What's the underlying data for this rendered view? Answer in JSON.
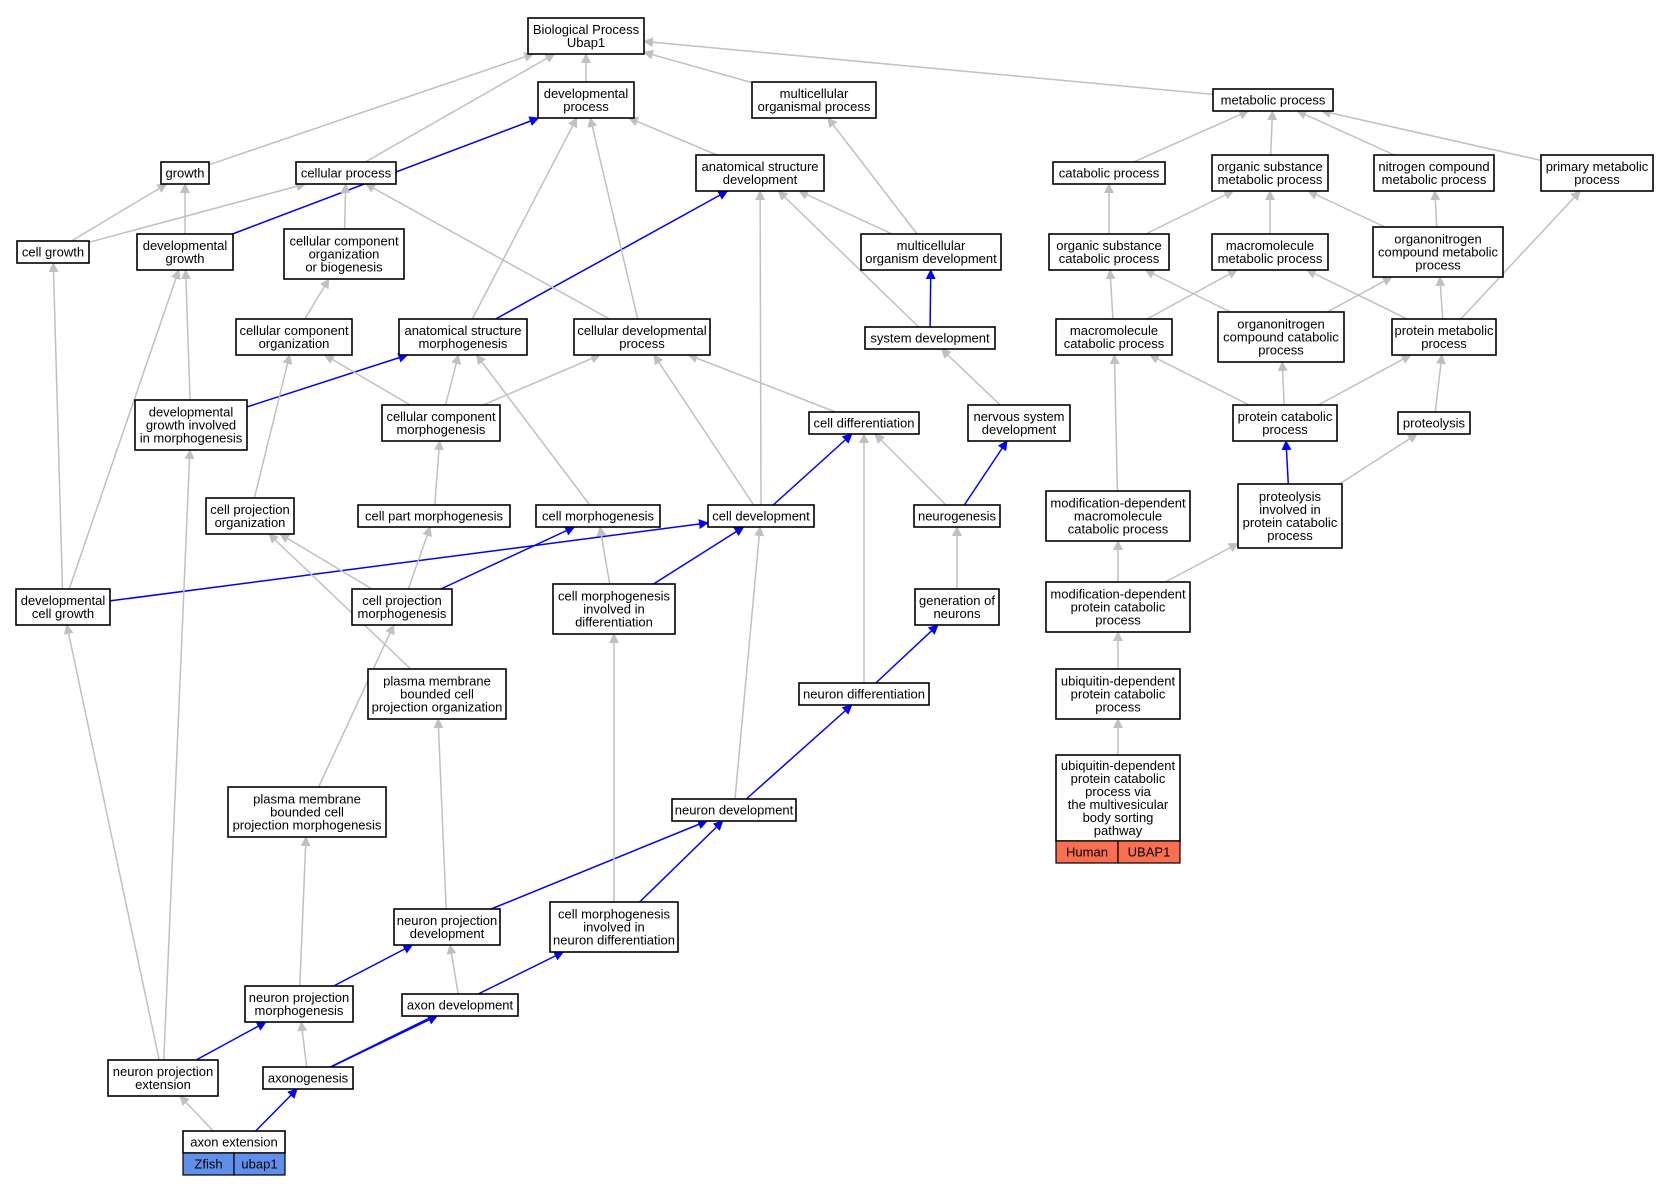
{
  "colors": {
    "normal_edge": "#c0c0c0",
    "highlight_edge": "#0000ff",
    "human_tag": "#fa6e52",
    "zfish_tag": "#5f8fe8"
  },
  "nodes": {
    "bp": [
      "Biological Process",
      "Ubap1"
    ],
    "dev_process": [
      "developmental",
      "process"
    ],
    "multicell_process": [
      "multicellular",
      "organismal process"
    ],
    "metabolic": [
      "metabolic process"
    ],
    "growth": [
      "growth"
    ],
    "cellular_process": [
      "cellular process"
    ],
    "anat_dev": [
      "anatomical structure",
      "development"
    ],
    "catabolic": [
      "catabolic process"
    ],
    "org_sub_met": [
      "organic substance",
      "metabolic process"
    ],
    "nitrogen_met": [
      "nitrogen compound",
      "metabolic process"
    ],
    "primary_met": [
      "primary metabolic",
      "process"
    ],
    "cell_growth": [
      "cell growth"
    ],
    "dev_growth": [
      "developmental",
      "growth"
    ],
    "cc_org_bio": [
      "cellular component",
      "organization",
      "or biogenesis"
    ],
    "multicell_dev": [
      "multicellular",
      "organism development"
    ],
    "org_sub_cat": [
      "organic substance",
      "catabolic process"
    ],
    "macromol_met": [
      "macromolecule",
      "metabolic process"
    ],
    "orgnitro_met": [
      "organonitrogen",
      "compound metabolic",
      "process"
    ],
    "cc_org": [
      "cellular component",
      "organization"
    ],
    "anat_morph": [
      "anatomical structure",
      "morphogenesis"
    ],
    "cell_dev_proc": [
      "cellular developmental",
      "process"
    ],
    "system_dev": [
      "system development"
    ],
    "macromol_cat": [
      "macromolecule",
      "catabolic process"
    ],
    "orgnitro_cat": [
      "organonitrogen",
      "compound catabolic",
      "process"
    ],
    "protein_met": [
      "protein metabolic",
      "process"
    ],
    "dev_growth_morph": [
      "developmental",
      "growth involved",
      "in morphogenesis"
    ],
    "cc_morph": [
      "cellular component",
      "morphogenesis"
    ],
    "cell_diff": [
      "cell differentiation"
    ],
    "nervous_dev": [
      "nervous system",
      "development"
    ],
    "protein_cat": [
      "protein catabolic",
      "process"
    ],
    "proteolysis": [
      "proteolysis"
    ],
    "cell_proj_org": [
      "cell projection",
      "organization"
    ],
    "cell_part_morph": [
      "cell part morphogenesis"
    ],
    "cell_morph": [
      "cell morphogenesis"
    ],
    "cell_dev": [
      "cell development"
    ],
    "neurogenesis": [
      "neurogenesis"
    ],
    "mod_dep_macro_cat": [
      "modification-dependent",
      "macromolecule",
      "catabolic process"
    ],
    "proteolysis_cat": [
      "proteolysis",
      "involved in",
      "protein catabolic",
      "process"
    ],
    "dev_cell_growth": [
      "developmental",
      "cell growth"
    ],
    "cell_proj_morph": [
      "cell projection",
      "morphogenesis"
    ],
    "cell_morph_diff": [
      "cell morphogenesis",
      "involved in",
      "differentiation"
    ],
    "gen_neurons": [
      "generation of",
      "neurons"
    ],
    "mod_dep_prot_cat": [
      "modification-dependent",
      "protein catabolic",
      "process"
    ],
    "pm_cell_proj_org": [
      "plasma membrane",
      "bounded cell",
      "projection organization"
    ],
    "neuron_diff": [
      "neuron differentiation"
    ],
    "ubiq_prot_cat": [
      "ubiquitin-dependent",
      "protein catabolic",
      "process"
    ],
    "pm_cell_proj_morph": [
      "plasma membrane",
      "bounded cell",
      "projection morphogenesis"
    ],
    "neuron_dev": [
      "neuron development"
    ],
    "ubiq_mvb": [
      "ubiquitin-dependent",
      "protein catabolic",
      "process via",
      "the multivesicular",
      "body sorting",
      "pathway"
    ],
    "neuron_proj_dev": [
      "neuron projection",
      "development"
    ],
    "cell_morph_neuron_diff": [
      "cell morphogenesis",
      "involved in",
      "neuron differentiation"
    ],
    "neuron_proj_morph": [
      "neuron projection",
      "morphogenesis"
    ],
    "axon_dev": [
      "axon development"
    ],
    "neuron_proj_ext": [
      "neuron projection",
      "extension"
    ],
    "axonogenesis": [
      "axonogenesis"
    ],
    "axon_ext": [
      "axon extension"
    ]
  },
  "tags": {
    "ubiq_mvb": [
      "Human",
      "UBAP1"
    ],
    "axon_ext": [
      "Zfish",
      "ubap1"
    ]
  },
  "edges": [
    [
      "dev_process",
      "bp",
      "n"
    ],
    [
      "multicell_process",
      "bp",
      "n"
    ],
    [
      "metabolic",
      "bp",
      "n"
    ],
    [
      "growth",
      "bp",
      "n"
    ],
    [
      "cellular_process",
      "bp",
      "n"
    ],
    [
      "anat_dev",
      "dev_process",
      "n"
    ],
    [
      "multicell_dev",
      "multicell_process",
      "n"
    ],
    [
      "multicell_dev",
      "anat_dev",
      "n"
    ],
    [
      "system_dev",
      "multicell_dev",
      "h"
    ],
    [
      "system_dev",
      "anat_dev",
      "n"
    ],
    [
      "nervous_dev",
      "system_dev",
      "n"
    ],
    [
      "cell_growth",
      "growth",
      "n"
    ],
    [
      "cell_growth",
      "cellular_process",
      "n"
    ],
    [
      "dev_growth",
      "growth",
      "n"
    ],
    [
      "dev_growth",
      "dev_process",
      "h"
    ],
    [
      "cc_org_bio",
      "cellular_process",
      "n"
    ],
    [
      "cc_org",
      "cc_org_bio",
      "n"
    ],
    [
      "anat_morph",
      "anat_dev",
      "h"
    ],
    [
      "anat_morph",
      "dev_process",
      "n"
    ],
    [
      "cell_dev_proc",
      "dev_process",
      "n"
    ],
    [
      "cell_dev_proc",
      "cellular_process",
      "n"
    ],
    [
      "dev_growth_morph",
      "dev_growth",
      "n"
    ],
    [
      "dev_growth_morph",
      "anat_morph",
      "h"
    ],
    [
      "cc_morph",
      "cc_org",
      "n"
    ],
    [
      "cc_morph",
      "anat_morph",
      "n"
    ],
    [
      "cc_morph",
      "cell_dev_proc",
      "n"
    ],
    [
      "cell_diff",
      "cell_dev_proc",
      "n"
    ],
    [
      "neurogenesis",
      "cell_diff",
      "n"
    ],
    [
      "neurogenesis",
      "nervous_dev",
      "h"
    ],
    [
      "cell_proj_org",
      "cc_org",
      "n"
    ],
    [
      "cell_part_morph",
      "cc_morph",
      "n"
    ],
    [
      "cell_morph",
      "anat_morph",
      "n"
    ],
    [
      "cell_dev",
      "cell_diff",
      "h"
    ],
    [
      "cell_dev",
      "anat_dev",
      "n"
    ],
    [
      "cell_dev",
      "cell_dev_proc",
      "n"
    ],
    [
      "dev_cell_growth",
      "cell_growth",
      "n"
    ],
    [
      "dev_cell_growth",
      "dev_growth",
      "n"
    ],
    [
      "dev_cell_growth",
      "cell_dev",
      "h"
    ],
    [
      "cell_proj_morph",
      "cell_part_morph",
      "n"
    ],
    [
      "cell_proj_morph",
      "cell_proj_org",
      "n"
    ],
    [
      "cell_proj_morph",
      "cell_morph",
      "h"
    ],
    [
      "cell_morph_diff",
      "cell_morph",
      "n"
    ],
    [
      "cell_morph_diff",
      "cell_dev",
      "h"
    ],
    [
      "gen_neurons",
      "neurogenesis",
      "n"
    ],
    [
      "pm_cell_proj_org",
      "cell_proj_org",
      "n"
    ],
    [
      "neuron_diff",
      "gen_neurons",
      "h"
    ],
    [
      "neuron_diff",
      "cell_diff",
      "n"
    ],
    [
      "pm_cell_proj_morph",
      "cell_proj_morph",
      "n"
    ],
    [
      "neuron_dev",
      "neuron_diff",
      "h"
    ],
    [
      "neuron_dev",
      "cell_dev",
      "n"
    ],
    [
      "neuron_proj_dev",
      "pm_cell_proj_org",
      "n"
    ],
    [
      "neuron_proj_dev",
      "neuron_dev",
      "h"
    ],
    [
      "cell_morph_neuron_diff",
      "cell_morph_diff",
      "n"
    ],
    [
      "cell_morph_neuron_diff",
      "neuron_dev",
      "h"
    ],
    [
      "neuron_proj_morph",
      "pm_cell_proj_morph",
      "n"
    ],
    [
      "neuron_proj_morph",
      "neuron_proj_dev",
      "h"
    ],
    [
      "axon_dev",
      "neuron_proj_dev",
      "n"
    ],
    [
      "neuron_proj_ext",
      "dev_cell_growth",
      "n"
    ],
    [
      "neuron_proj_ext",
      "dev_growth_morph",
      "n"
    ],
    [
      "neuron_proj_ext",
      "neuron_proj_morph",
      "h"
    ],
    [
      "axonogenesis",
      "neuron_proj_morph",
      "n"
    ],
    [
      "axonogenesis",
      "axon_dev",
      "h"
    ],
    [
      "axonogenesis",
      "cell_morph_neuron_diff",
      "h"
    ],
    [
      "axon_ext",
      "neuron_proj_ext",
      "n"
    ],
    [
      "axon_ext",
      "axonogenesis",
      "h"
    ],
    [
      "catabolic",
      "metabolic",
      "n"
    ],
    [
      "org_sub_met",
      "metabolic",
      "n"
    ],
    [
      "nitrogen_met",
      "metabolic",
      "n"
    ],
    [
      "primary_met",
      "metabolic",
      "n"
    ],
    [
      "org_sub_cat",
      "catabolic",
      "n"
    ],
    [
      "org_sub_cat",
      "org_sub_met",
      "n"
    ],
    [
      "macromol_met",
      "org_sub_met",
      "n"
    ],
    [
      "orgnitro_met",
      "org_sub_met",
      "n"
    ],
    [
      "orgnitro_met",
      "nitrogen_met",
      "n"
    ],
    [
      "macromol_cat",
      "org_sub_cat",
      "n"
    ],
    [
      "macromol_cat",
      "macromol_met",
      "n"
    ],
    [
      "orgnitro_cat",
      "org_sub_cat",
      "n"
    ],
    [
      "orgnitro_cat",
      "orgnitro_met",
      "n"
    ],
    [
      "protein_met",
      "macromol_met",
      "n"
    ],
    [
      "protein_met",
      "orgnitro_met",
      "n"
    ],
    [
      "protein_met",
      "primary_met",
      "n"
    ],
    [
      "protein_cat",
      "macromol_cat",
      "n"
    ],
    [
      "protein_cat",
      "orgnitro_cat",
      "n"
    ],
    [
      "protein_cat",
      "protein_met",
      "n"
    ],
    [
      "proteolysis",
      "protein_met",
      "n"
    ],
    [
      "mod_dep_macro_cat",
      "macromol_cat",
      "n"
    ],
    [
      "proteolysis_cat",
      "protein_cat",
      "h"
    ],
    [
      "proteolysis_cat",
      "proteolysis",
      "n"
    ],
    [
      "mod_dep_prot_cat",
      "mod_dep_macro_cat",
      "n"
    ],
    [
      "mod_dep_prot_cat",
      "proteolysis_cat",
      "n"
    ],
    [
      "ubiq_prot_cat",
      "mod_dep_prot_cat",
      "n"
    ],
    [
      "ubiq_mvb",
      "ubiq_prot_cat",
      "n"
    ]
  ]
}
